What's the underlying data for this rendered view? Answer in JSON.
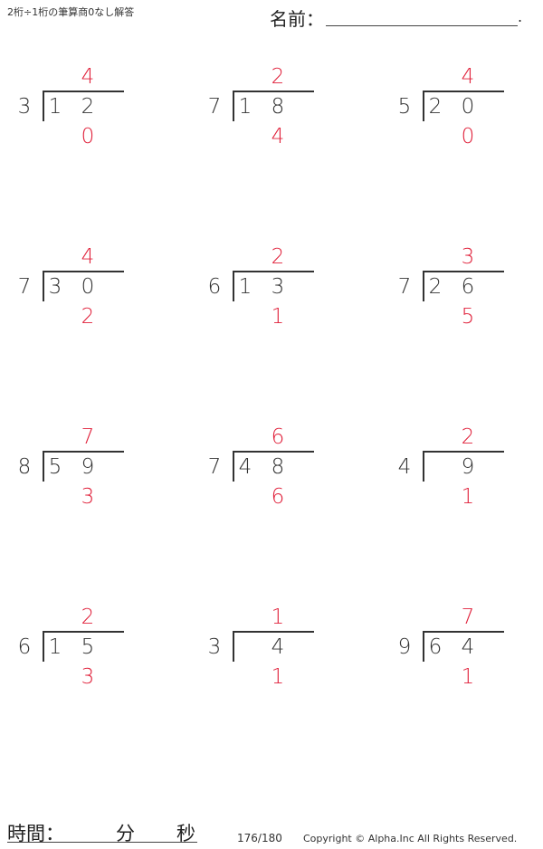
{
  "header": {
    "title": "2桁÷1桁の筆算商0なし解答",
    "name_label": "名前：",
    "name_end": "."
  },
  "colors": {
    "answer": "#e0203a",
    "text": "#333333"
  },
  "problems": [
    {
      "divisor": "3",
      "d1": "1",
      "d2": "2",
      "quotient": "4",
      "remainder": "0"
    },
    {
      "divisor": "7",
      "d1": "1",
      "d2": "8",
      "quotient": "2",
      "remainder": "4"
    },
    {
      "divisor": "5",
      "d1": "2",
      "d2": "0",
      "quotient": "4",
      "remainder": "0"
    },
    {
      "divisor": "7",
      "d1": "3",
      "d2": "0",
      "quotient": "4",
      "remainder": "2"
    },
    {
      "divisor": "6",
      "d1": "1",
      "d2": "3",
      "quotient": "2",
      "remainder": "1"
    },
    {
      "divisor": "7",
      "d1": "2",
      "d2": "6",
      "quotient": "3",
      "remainder": "5"
    },
    {
      "divisor": "8",
      "d1": "5",
      "d2": "9",
      "quotient": "7",
      "remainder": "3"
    },
    {
      "divisor": "7",
      "d1": "4",
      "d2": "8",
      "quotient": "6",
      "remainder": "6"
    },
    {
      "divisor": "4",
      "d1": "",
      "d2": "9",
      "quotient": "2",
      "remainder": "1"
    },
    {
      "divisor": "6",
      "d1": "1",
      "d2": "5",
      "quotient": "2",
      "remainder": "3"
    },
    {
      "divisor": "3",
      "d1": "",
      "d2": "4",
      "quotient": "1",
      "remainder": "1"
    },
    {
      "divisor": "9",
      "d1": "6",
      "d2": "4",
      "quotient": "7",
      "remainder": "1"
    }
  ],
  "footer": {
    "time_label": "時間：",
    "minutes_label": "分",
    "seconds_label": "秒",
    "page": "176/180",
    "copyright": "Copyright © Alpha.Inc All Rights Reserved."
  }
}
